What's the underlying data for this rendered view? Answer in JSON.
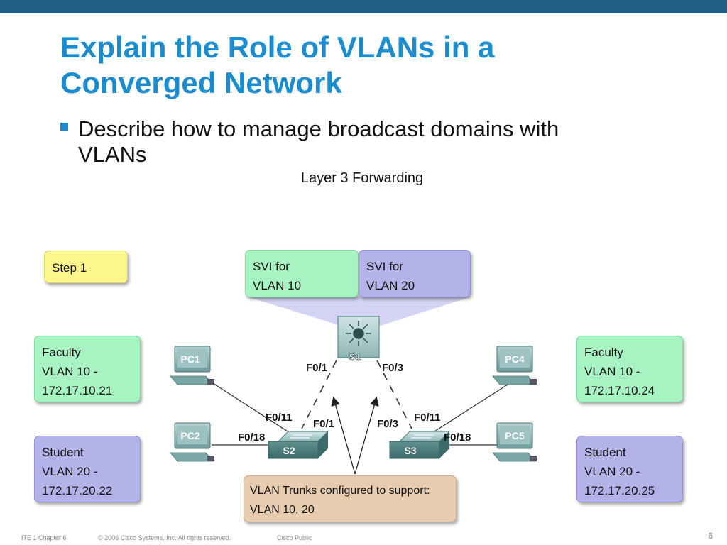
{
  "title": {
    "line1": "Explain the Role of VLANs in a",
    "line2": "Converged Network"
  },
  "bullet": {
    "line1": "Describe how to manage broadcast domains with",
    "line2": "VLANs"
  },
  "diagram": {
    "title": "Layer 3 Forwarding",
    "step": "Step 1",
    "svi10": [
      "SVI for",
      "VLAN 10"
    ],
    "svi20": [
      "SVI for",
      "VLAN 20"
    ],
    "left_faculty": [
      "Faculty",
      "VLAN 10 -",
      "172.17.10.21"
    ],
    "left_student": [
      "Student",
      "VLAN 20 -",
      "172.17.20.22"
    ],
    "right_faculty": [
      "Faculty",
      "VLAN 10 -",
      "172.17.10.24"
    ],
    "right_student": [
      "Student",
      "VLAN 20 -",
      "172.17.20.25"
    ],
    "trunks": [
      "VLAN Trunks configured to support:",
      "VLAN 10, 20"
    ],
    "devices": {
      "s1": "S1",
      "s2": "S2",
      "s3": "S3",
      "pc1": "PC1",
      "pc2": "PC2",
      "pc4": "PC4",
      "pc5": "PC5"
    },
    "ports": {
      "s1_left": "F0/1",
      "s1_right": "F0/3",
      "s2_up": "F0/11",
      "s2_trunk": "F0/1",
      "s2_left": "F0/18",
      "s3_trunk": "F0/3",
      "s3_up": "F0/11",
      "s3_right": "F0/18"
    }
  },
  "footer": {
    "chapter": "ITE 1 Chapter 6",
    "copyright": "© 2006 Cisco Systems, Inc. All rights reserved.",
    "classification": "Cisco Public",
    "page": "6"
  },
  "colors": {
    "title": "#1a8ccf",
    "topbar": "#1f5f86",
    "vlan10": "#a7f3c2",
    "vlan20": "#b3b3ea",
    "step": "#fbf78c",
    "trunk_note": "#e8ccb0"
  }
}
